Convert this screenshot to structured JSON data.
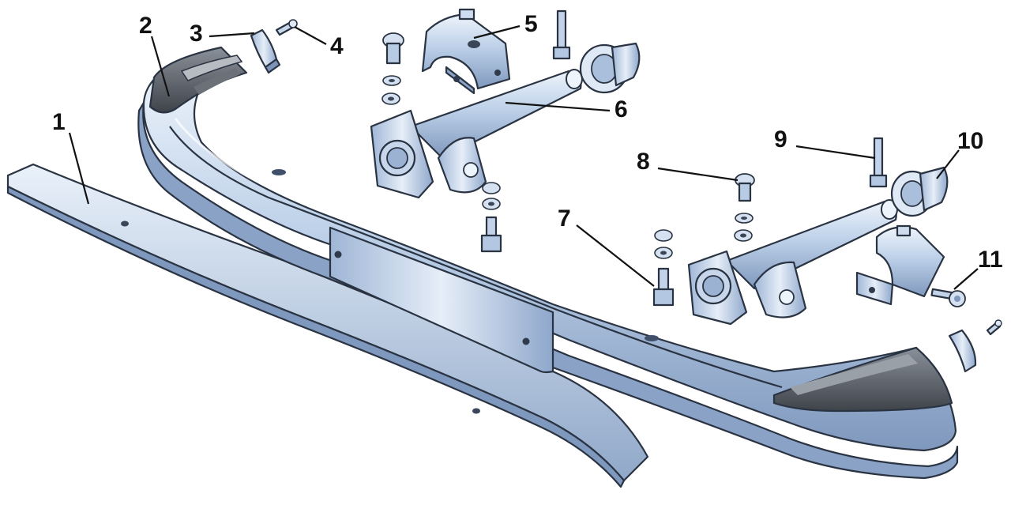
{
  "diagram": {
    "callouts": [
      {
        "id": "1",
        "label": "1"
      },
      {
        "id": "2",
        "label": "2"
      },
      {
        "id": "3",
        "label": "3"
      },
      {
        "id": "4",
        "label": "4"
      },
      {
        "id": "5",
        "label": "5"
      },
      {
        "id": "6",
        "label": "6"
      },
      {
        "id": "7",
        "label": "7"
      },
      {
        "id": "8",
        "label": "8"
      },
      {
        "id": "9",
        "label": "9"
      },
      {
        "id": "10",
        "label": "10"
      },
      {
        "id": "11",
        "label": "11"
      }
    ]
  },
  "colors": {
    "metal_light": "#dfe9f5",
    "metal_mid": "#a9bfdc",
    "metal_dark": "#6f87aa",
    "rubber": "#5b6068",
    "outline": "#2a3342",
    "text": "#111111"
  }
}
